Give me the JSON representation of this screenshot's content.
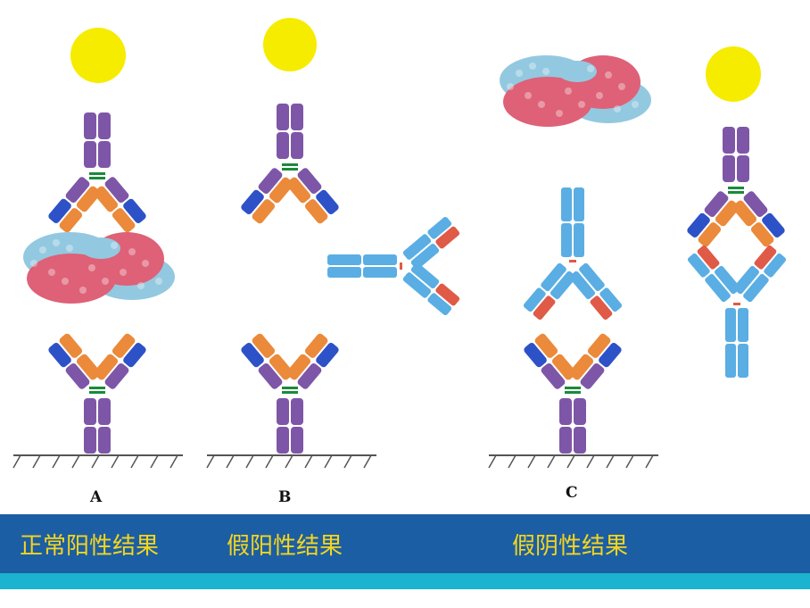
{
  "panels": {
    "a": "A",
    "b": "B",
    "c": "C"
  },
  "captions": {
    "normal": "正常阳性结果",
    "false_positive": "假阳性结果",
    "false_negative": "假阴性结果"
  },
  "colors": {
    "antigen": "#f6ec00",
    "antibody_purple": "#7e56a8",
    "antibody_orange": "#eb8a3a",
    "antibody_blue": "#2d52c8",
    "interferent_blue": "#5aaee3",
    "interferent_red": "#e05a48",
    "protein_blue": "#93c9e0",
    "protein_red": "#de6177",
    "banner": "#1c5ea3",
    "caption": "#f4d51f"
  }
}
